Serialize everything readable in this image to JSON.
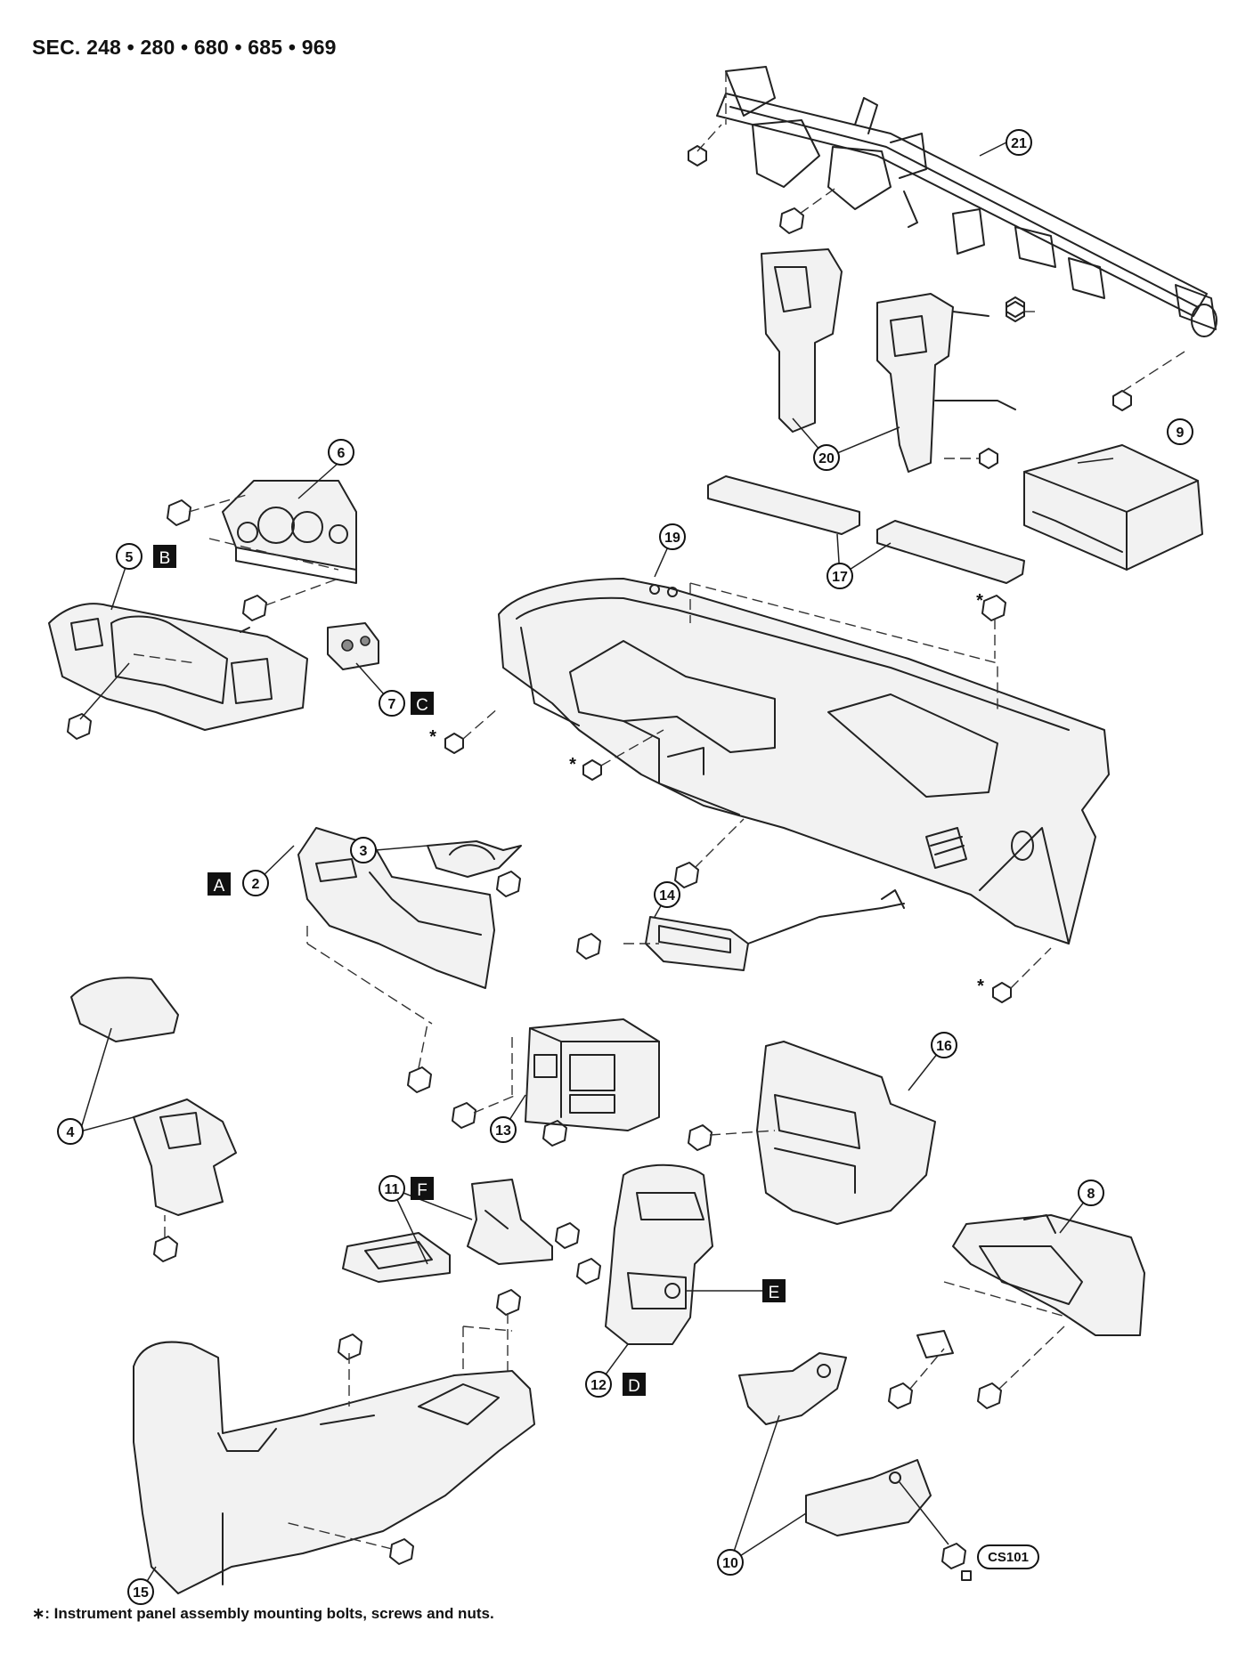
{
  "header": {
    "section": "SEC. 248 • 280 • 680 • 685 • 969"
  },
  "footnote": "∗: Instrument panel assembly mounting bolts, screws and nuts.",
  "callouts": [
    {
      "id": "c2",
      "label": "2"
    },
    {
      "id": "c3",
      "label": "3"
    },
    {
      "id": "c4",
      "label": "4"
    },
    {
      "id": "c5",
      "label": "5"
    },
    {
      "id": "c6",
      "label": "6"
    },
    {
      "id": "c7",
      "label": "7"
    },
    {
      "id": "c8",
      "label": "8"
    },
    {
      "id": "c9",
      "label": "9"
    },
    {
      "id": "c10",
      "label": "10"
    },
    {
      "id": "c11",
      "label": "11"
    },
    {
      "id": "c12",
      "label": "12"
    },
    {
      "id": "c13",
      "label": "13"
    },
    {
      "id": "c14",
      "label": "14"
    },
    {
      "id": "c15",
      "label": "15"
    },
    {
      "id": "c16",
      "label": "16"
    },
    {
      "id": "c17",
      "label": "17"
    },
    {
      "id": "c19",
      "label": "19"
    },
    {
      "id": "c20",
      "label": "20"
    },
    {
      "id": "c21",
      "label": "21"
    }
  ],
  "boxes": [
    {
      "id": "bA",
      "label": "A"
    },
    {
      "id": "bB",
      "label": "B"
    },
    {
      "id": "bC",
      "label": "C"
    },
    {
      "id": "bD",
      "label": "D"
    },
    {
      "id": "bE",
      "label": "E"
    },
    {
      "id": "bF",
      "label": "F"
    }
  ],
  "asterisk": "*",
  "figure_code": "CS101"
}
